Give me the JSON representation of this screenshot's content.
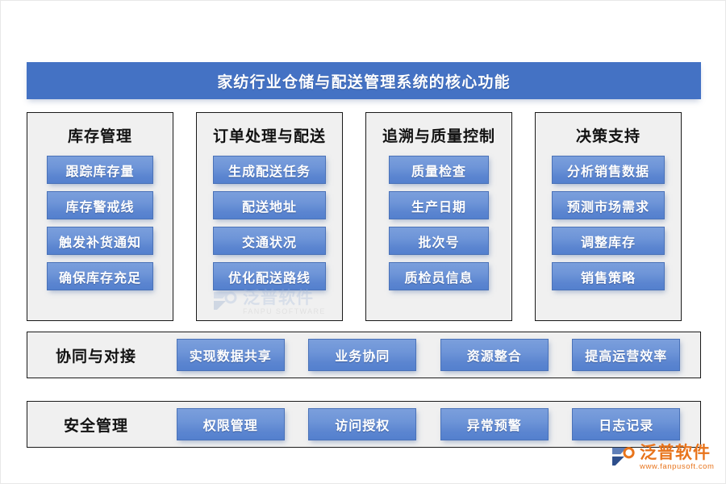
{
  "header": {
    "title": "家纺行业仓储与配送管理系统的核心功能",
    "accent_color": "#4472C4"
  },
  "columns": [
    {
      "title": "库存管理",
      "items": [
        "跟踪库存量",
        "库存警戒线",
        "触发补货通知",
        "确保库存充足"
      ]
    },
    {
      "title": "订单处理与配送",
      "items": [
        "生成配送任务",
        "配送地址",
        "交通状况",
        "优化配送路线"
      ]
    },
    {
      "title": "追溯与质量控制",
      "items": [
        "质量检查",
        "生产日期",
        "批次号",
        "质检员信息"
      ]
    },
    {
      "title": "决策支持",
      "items": [
        "分析销售数据",
        "预测市场需求",
        "调整库存",
        "销售策略"
      ]
    }
  ],
  "rows": [
    {
      "label": "协同与对接",
      "items": [
        "实现数据共享",
        "业务协同",
        "资源整合",
        "提高运营效率"
      ]
    },
    {
      "label": "安全管理",
      "items": [
        "权限管理",
        "访问授权",
        "异常预警",
        "日志记录"
      ]
    }
  ],
  "watermark": {
    "name": "泛普软件",
    "subtitle_center": "FANPU SOFTWARE",
    "subtitle_corner": "www.fanpusoft.com",
    "brand_color": "#E8741C"
  },
  "chip_colors": {
    "fill_top": "#7B9FDC",
    "fill_bottom": "#5480CE",
    "border": "#4A72B8",
    "text": "#FFFFFF"
  }
}
